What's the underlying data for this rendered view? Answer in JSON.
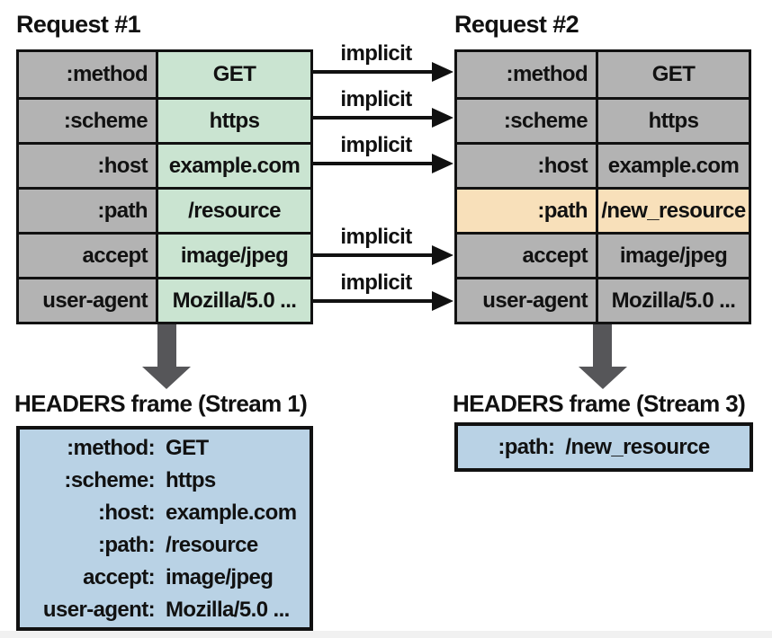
{
  "colors": {
    "cell_gray": "#b3b3b3",
    "cell_green": "#cae4d1",
    "cell_tan": "#f8e0ba",
    "frame_blue": "#b9d2e5",
    "down_arrow_gray": "#565659",
    "line_black": "#111111"
  },
  "request1": {
    "title": "Request #1",
    "rows": [
      {
        "key": ":method",
        "value": "GET"
      },
      {
        "key": ":scheme",
        "value": "https"
      },
      {
        "key": ":host",
        "value": "example.com"
      },
      {
        "key": ":path",
        "value": "/resource"
      },
      {
        "key": "accept",
        "value": "image/jpeg"
      },
      {
        "key": "user-agent",
        "value": "Mozilla/5.0 ..."
      }
    ]
  },
  "request2": {
    "title": "Request #2",
    "highlighted_key": ":path",
    "rows": [
      {
        "key": ":method",
        "value": "GET"
      },
      {
        "key": ":scheme",
        "value": "https"
      },
      {
        "key": ":host",
        "value": "example.com"
      },
      {
        "key": ":path",
        "value": "/new_resource"
      },
      {
        "key": "accept",
        "value": "image/jpeg"
      },
      {
        "key": "user-agent",
        "value": "Mozilla/5.0 ..."
      }
    ]
  },
  "arrows": {
    "implicit_label": "implicit",
    "implicit_rows": [
      ":method",
      ":scheme",
      ":host",
      "accept",
      "user-agent"
    ]
  },
  "frame1": {
    "title": "HEADERS frame (Stream 1)",
    "rows": [
      {
        "key": ":method:",
        "value": "GET"
      },
      {
        "key": ":scheme:",
        "value": "https"
      },
      {
        "key": ":host:",
        "value": "example.com"
      },
      {
        "key": ":path:",
        "value": "/resource"
      },
      {
        "key": "accept:",
        "value": "image/jpeg"
      },
      {
        "key": "user-agent:",
        "value": "Mozilla/5.0 ..."
      }
    ]
  },
  "frame2": {
    "title": "HEADERS frame (Stream 3)",
    "rows": [
      {
        "key": ":path:",
        "value": "/new_resource"
      }
    ]
  }
}
